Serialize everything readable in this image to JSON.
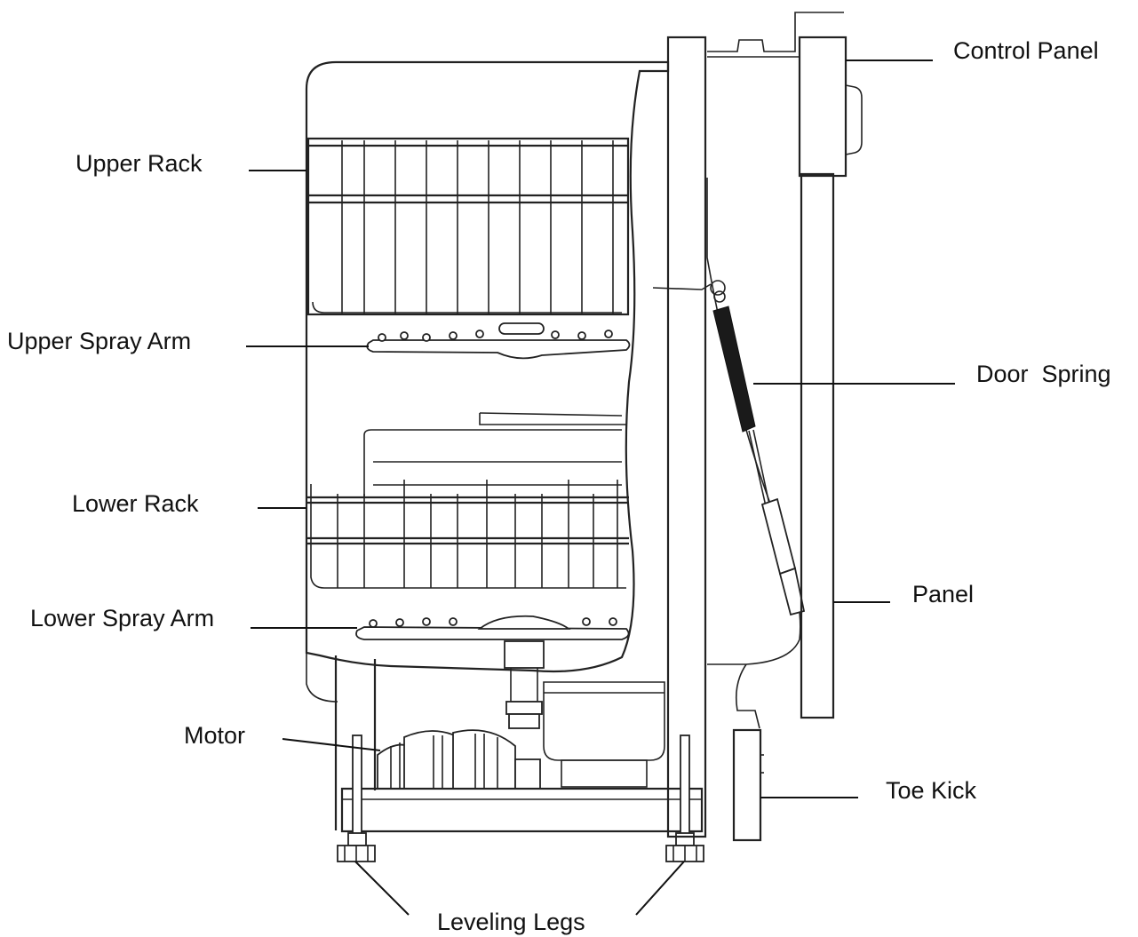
{
  "labels": {
    "control_panel": "Control Panel",
    "upper_rack": "Upper Rack",
    "upper_spray_arm": "Upper Spray Arm",
    "door_spring": "Door  Spring",
    "lower_rack": "Lower Rack",
    "panel": "Panel",
    "lower_spray_arm": "Lower Spray Arm",
    "motor": "Motor",
    "toe_kick": "Toe Kick",
    "leveling_legs": "Leveling Legs"
  },
  "colors": {
    "line": "#111111",
    "background": "#ffffff"
  }
}
